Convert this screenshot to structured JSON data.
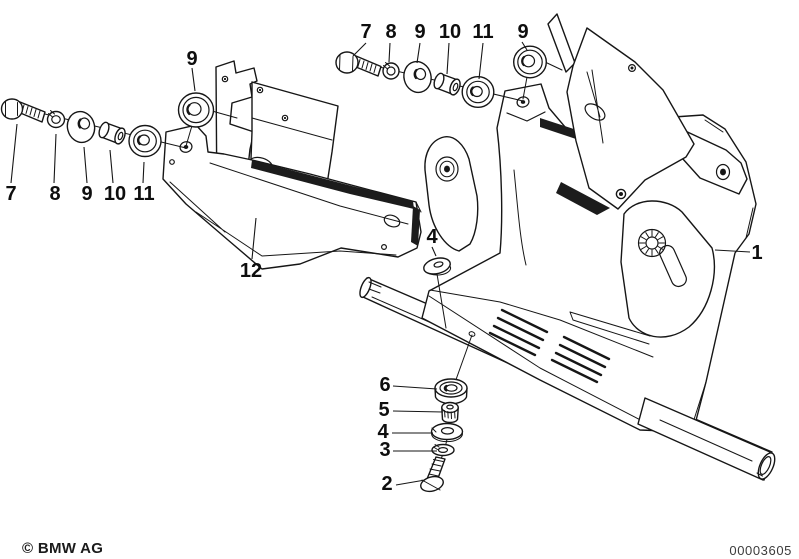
{
  "figure": {
    "type": "exploded-parts-diagram",
    "copyright": "© BMW AG",
    "image_number": "00003605",
    "line_color": "#161616",
    "background": "#ffffff"
  },
  "callouts": [
    {
      "id": "bolt-left",
      "text": "7"
    },
    {
      "id": "lockwasher-left",
      "text": "8"
    },
    {
      "id": "washer-left",
      "text": "9"
    },
    {
      "id": "sleeve-left",
      "text": "10"
    },
    {
      "id": "grommet-left",
      "text": "11"
    },
    {
      "id": "grommet-top-left",
      "text": "9"
    },
    {
      "id": "bolt-mid",
      "text": "7"
    },
    {
      "id": "lockwasher-mid",
      "text": "8"
    },
    {
      "id": "washer-mid",
      "text": "9"
    },
    {
      "id": "sleeve-mid",
      "text": "10"
    },
    {
      "id": "grommet-mid",
      "text": "11"
    },
    {
      "id": "grommet-bracket",
      "text": "9"
    },
    {
      "id": "main-bracket",
      "text": "1"
    },
    {
      "id": "left-bracket",
      "text": "12"
    },
    {
      "id": "washer-center",
      "text": "4"
    },
    {
      "id": "grommet-stack",
      "text": "6"
    },
    {
      "id": "bush-stack",
      "text": "5"
    },
    {
      "id": "washer-stack",
      "text": "4"
    },
    {
      "id": "lockwasher-stack",
      "text": "3"
    },
    {
      "id": "bolt-stack",
      "text": "2"
    }
  ]
}
